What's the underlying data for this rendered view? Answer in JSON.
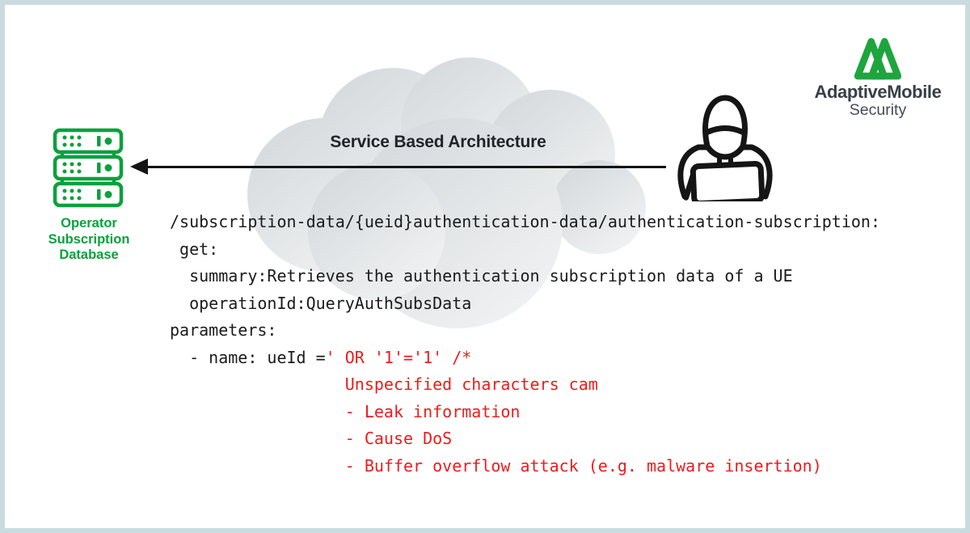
{
  "frame": {
    "background": "#ffffff",
    "border_color": "#c9dbdf"
  },
  "colors": {
    "accent_green": "#0aa13c",
    "logo_green": "#1ea53e",
    "code_text": "#1b1b1b",
    "code_highlight": "#ec1c1c",
    "arrow": "#141414",
    "cloud_gradient": [
      "#d2d7da",
      "#f1f2f3"
    ]
  },
  "diagram": {
    "database": {
      "icon": "server-stack-icon",
      "label_lines": [
        "Operator",
        "Subscription",
        "Database"
      ]
    },
    "cloud": {
      "label": "Service Based Architecture"
    },
    "attacker": {
      "icon": "hacker-laptop-icon"
    },
    "arrow": {
      "direction": "right-to-left"
    }
  },
  "logo": {
    "mark": "adaptivemobile-m-icon",
    "name": "AdaptiveMobile",
    "subtitle": "Security"
  },
  "code": {
    "lines": [
      {
        "segments": [
          {
            "text": "/subscription-data/{ueid}authentication-data/authentication-subscription:",
            "highlight": false
          }
        ]
      },
      {
        "segments": [
          {
            "text": " get:",
            "highlight": false
          }
        ]
      },
      {
        "segments": [
          {
            "text": "  summary:Retrieves the authentication subscription data of a UE",
            "highlight": false
          }
        ]
      },
      {
        "segments": [
          {
            "text": "  operationId:QueryAuthSubsData",
            "highlight": false
          }
        ]
      },
      {
        "segments": [
          {
            "text": "parameters:",
            "highlight": false
          }
        ]
      },
      {
        "segments": [
          {
            "text": "  - name: ueId =",
            "highlight": false
          },
          {
            "text": "' OR '1'='1' /*",
            "highlight": true
          }
        ]
      },
      {
        "segments": [
          {
            "text": "                  Unspecified characters cam",
            "highlight": true
          }
        ]
      },
      {
        "segments": [
          {
            "text": "                  - Leak information",
            "highlight": true
          }
        ]
      },
      {
        "segments": [
          {
            "text": "                  - Cause DoS",
            "highlight": true
          }
        ]
      },
      {
        "segments": [
          {
            "text": "                  - Buffer overflow attack (e.g. malware insertion)",
            "highlight": true
          }
        ]
      }
    ]
  }
}
